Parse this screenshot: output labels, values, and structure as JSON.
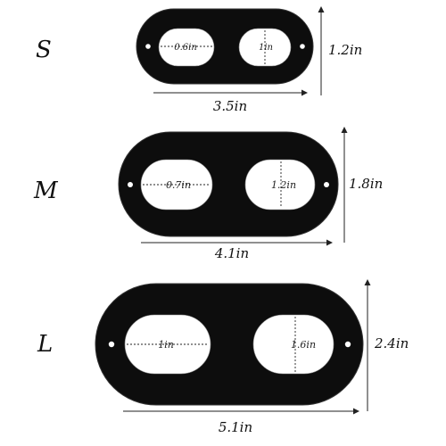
{
  "sizes": [
    {
      "letter": "S",
      "width_label": "3.5in",
      "height_label": "1.2in",
      "hole_width_label": "0.6in",
      "hole_height_label": "1in"
    },
    {
      "letter": "M",
      "width_label": "4.1in",
      "height_label": "1.8in",
      "hole_width_label": "0.7in",
      "hole_height_label": "1.2in"
    },
    {
      "letter": "L",
      "width_label": "5.1in",
      "height_label": "2.4in",
      "hole_width_label": "1in",
      "hole_height_label": "1.6in"
    }
  ],
  "colors": {
    "plate": "#0d0d0d",
    "plate_edge": "#333333",
    "hole": "#ffffff",
    "dimension_line": "#222222"
  }
}
